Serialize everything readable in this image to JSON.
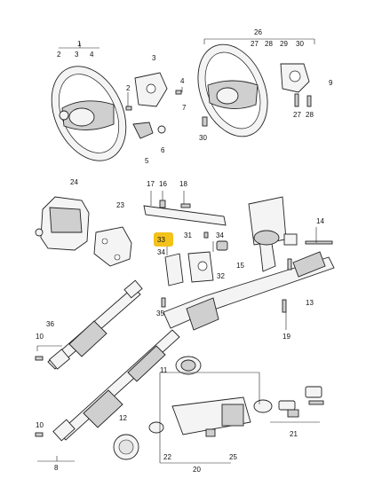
{
  "callouts": [
    {
      "id": "c1",
      "label": "1"
    },
    {
      "id": "c2",
      "label": "2"
    },
    {
      "id": "c3a",
      "label": "3"
    },
    {
      "id": "c4a",
      "label": "4"
    },
    {
      "id": "c3",
      "label": "3"
    },
    {
      "id": "c4",
      "label": "4"
    },
    {
      "id": "c2b",
      "label": "2"
    },
    {
      "id": "c7",
      "label": "7"
    },
    {
      "id": "c6",
      "label": "6"
    },
    {
      "id": "c5",
      "label": "5"
    },
    {
      "id": "c26",
      "label": "26"
    },
    {
      "id": "c27a",
      "label": "27"
    },
    {
      "id": "c28a",
      "label": "28"
    },
    {
      "id": "c29",
      "label": "29"
    },
    {
      "id": "c30a",
      "label": "30"
    },
    {
      "id": "c9",
      "label": "9"
    },
    {
      "id": "c27",
      "label": "27"
    },
    {
      "id": "c28",
      "label": "28"
    },
    {
      "id": "c30",
      "label": "30"
    },
    {
      "id": "c24",
      "label": "24"
    },
    {
      "id": "c23",
      "label": "23"
    },
    {
      "id": "c17",
      "label": "17"
    },
    {
      "id": "c16",
      "label": "16"
    },
    {
      "id": "c18",
      "label": "18"
    },
    {
      "id": "c14",
      "label": "14"
    },
    {
      "id": "c33",
      "label": "33"
    },
    {
      "id": "c31",
      "label": "31"
    },
    {
      "id": "c34a",
      "label": "34"
    },
    {
      "id": "c34",
      "label": "34"
    },
    {
      "id": "c15",
      "label": "15"
    },
    {
      "id": "c32",
      "label": "32"
    },
    {
      "id": "c35",
      "label": "35"
    },
    {
      "id": "c13",
      "label": "13"
    },
    {
      "id": "c19",
      "label": "19"
    },
    {
      "id": "c36",
      "label": "36"
    },
    {
      "id": "c10a",
      "label": "10"
    },
    {
      "id": "c11",
      "label": "11"
    },
    {
      "id": "c10",
      "label": "10"
    },
    {
      "id": "c12",
      "label": "12"
    },
    {
      "id": "c21",
      "label": "21"
    },
    {
      "id": "c8",
      "label": "8"
    },
    {
      "id": "c22",
      "label": "22"
    },
    {
      "id": "c25",
      "label": "25"
    },
    {
      "id": "c20",
      "label": "20"
    }
  ],
  "highlight": {
    "label": "33",
    "color": "#f3c21b"
  }
}
